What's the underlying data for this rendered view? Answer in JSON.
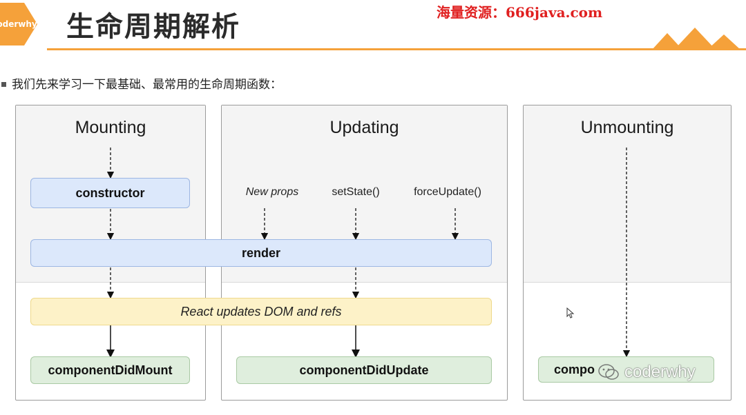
{
  "header": {
    "logo_text": "coderwhy",
    "title": "生命周期解析",
    "watermark": "海量资源：666java.com"
  },
  "intro": "我们先来学习一下最基础、最常用的生命周期函数：",
  "diagram": {
    "phases": {
      "mounting": "Mounting",
      "updating": "Updating",
      "unmounting": "Unmounting"
    },
    "triggers": {
      "new_props": "New props",
      "set_state": "setState()",
      "force_update": "forceUpdate()"
    },
    "boxes": {
      "constructor": "constructor",
      "render": "render",
      "react_updates": "React updates DOM and refs",
      "did_mount": "componentDidMount",
      "did_update": "componentDidUpdate",
      "will_unmount_visible": "compo"
    },
    "colors": {
      "blue_fill": "#dce8fb",
      "yellow_fill": "#fdf2c8",
      "green_fill": "#dfeedd",
      "accent_orange": "#f5a13a",
      "watermark_red": "#e02020"
    }
  },
  "overlay_watermark": "coderwhy"
}
